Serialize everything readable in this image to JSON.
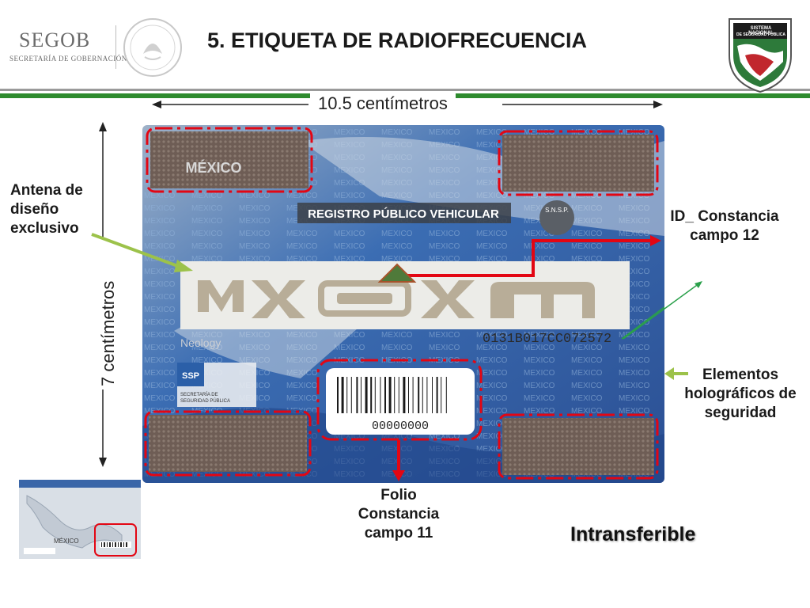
{
  "header": {
    "segob_word": "SEGOB",
    "segob_sub": "SECRETARÍA DE GOBERNACIÓN",
    "title": "5. ETIQUETA DE RADIOFRECUENCIA",
    "shield_line1": "SISTEMA NACIONAL",
    "shield_line2": "DE SEGURIDAD PÚBLICA"
  },
  "dimensions": {
    "width": "10.5  centímetros",
    "height": "7  centímetros"
  },
  "card": {
    "country": "MÉXICO",
    "registry": "REGISTRO PÚBLICO VEHICULAR",
    "snsp": "S.N.S.P.",
    "brand": "Neology",
    "ssp": "SSP",
    "ssp_sub1": "SECRETARÍA DE",
    "ssp_sub2": "SEGURIDAD PÚBLICA",
    "serial": "0131B017CC072572",
    "folio_number": "00000000",
    "watermark": "MEXICO"
  },
  "annotations": {
    "antena": "Antena de diseño exclusivo",
    "id_constancia": "ID_ Constancia campo 12",
    "holograficos": "Elementos holográficos de seguridad",
    "folio": "Folio Constancia campo 11",
    "intransferible": "Intransferible"
  },
  "thumbnail": {
    "label": "MÉXICO"
  },
  "colors": {
    "green": "#2e8b2e",
    "red": "#e30613",
    "card_blue": "#2b5fa8"
  }
}
